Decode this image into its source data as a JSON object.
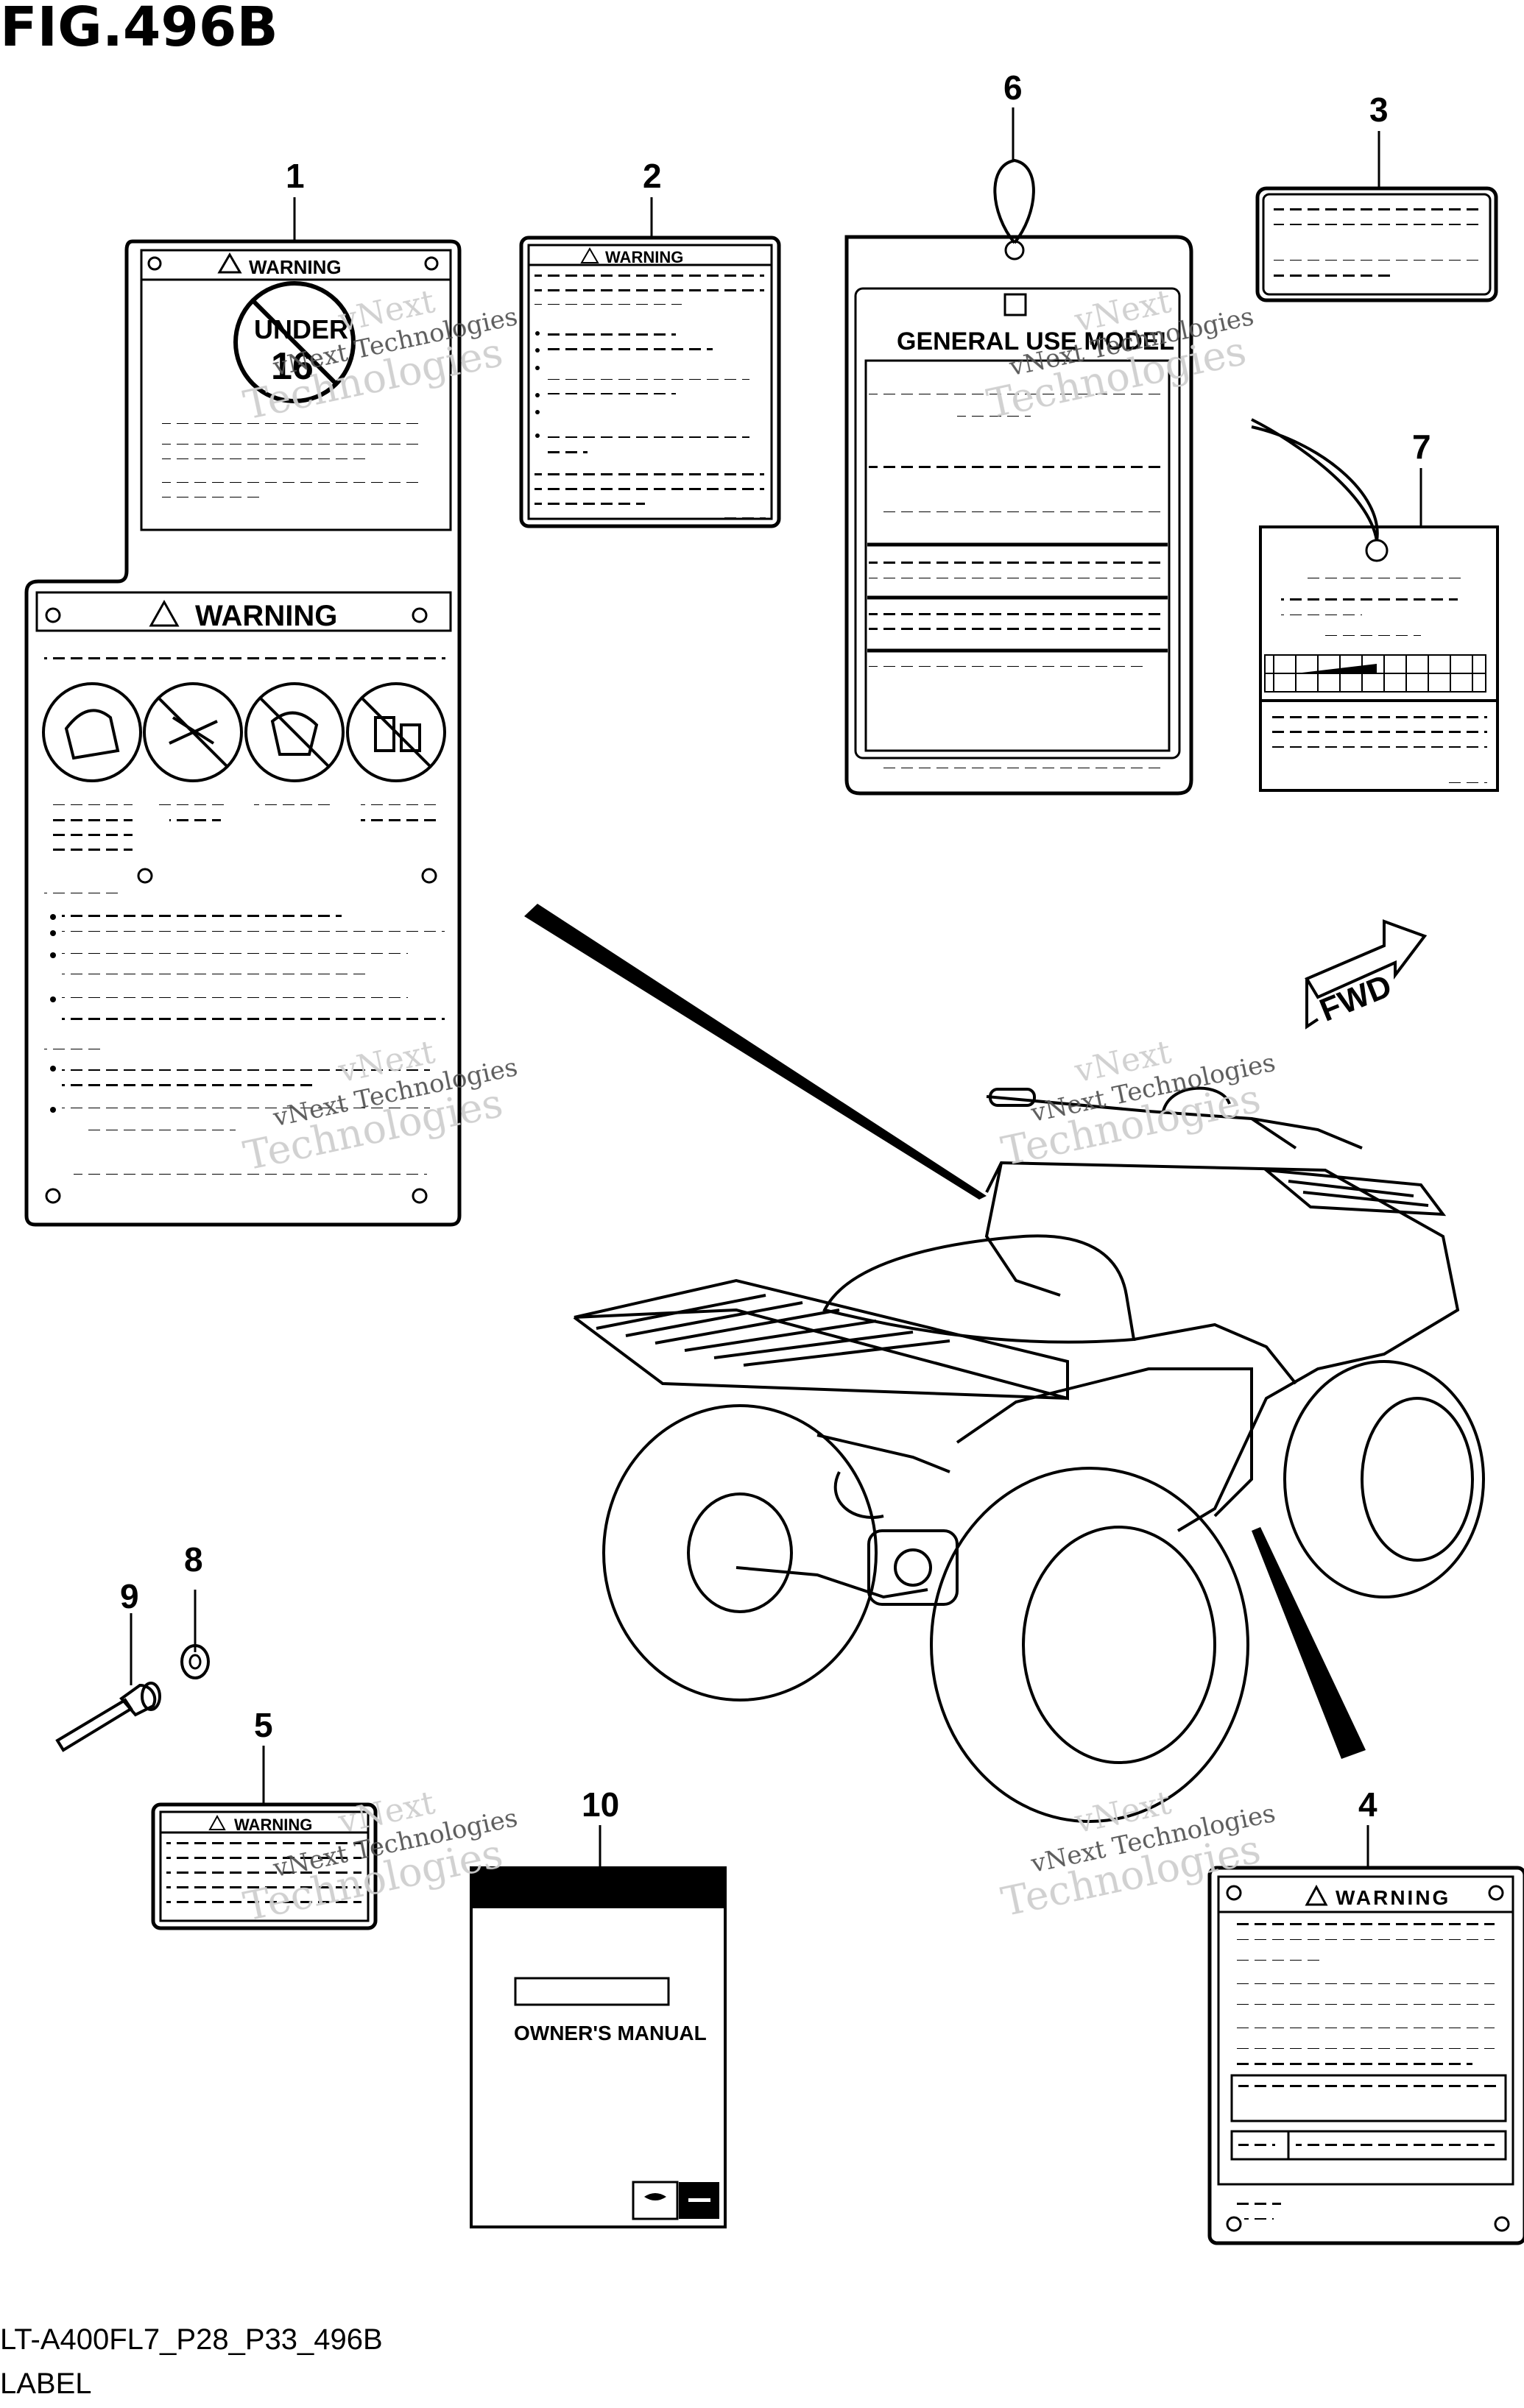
{
  "figure": {
    "title": "FIG.496B",
    "code": "LT-A400FL7_P28_P33_496B",
    "caption": "LABEL"
  },
  "callouts": [
    "1",
    "2",
    "3",
    "4",
    "5",
    "6",
    "7",
    "8",
    "9",
    "10"
  ],
  "labels": {
    "warning": "WARNING",
    "under": "UNDER",
    "age": "16",
    "general_use_model": "GENERAL USE MODEL",
    "owners_manual": "OWNER'S MANUAL",
    "fwd": "FWD"
  },
  "watermark": {
    "line1": "vNext",
    "line2": "vNext Technologies",
    "line3": "Technologies"
  },
  "colors": {
    "ink": "#000000",
    "paper": "#ffffff",
    "watermark": "#cfcfcf"
  }
}
